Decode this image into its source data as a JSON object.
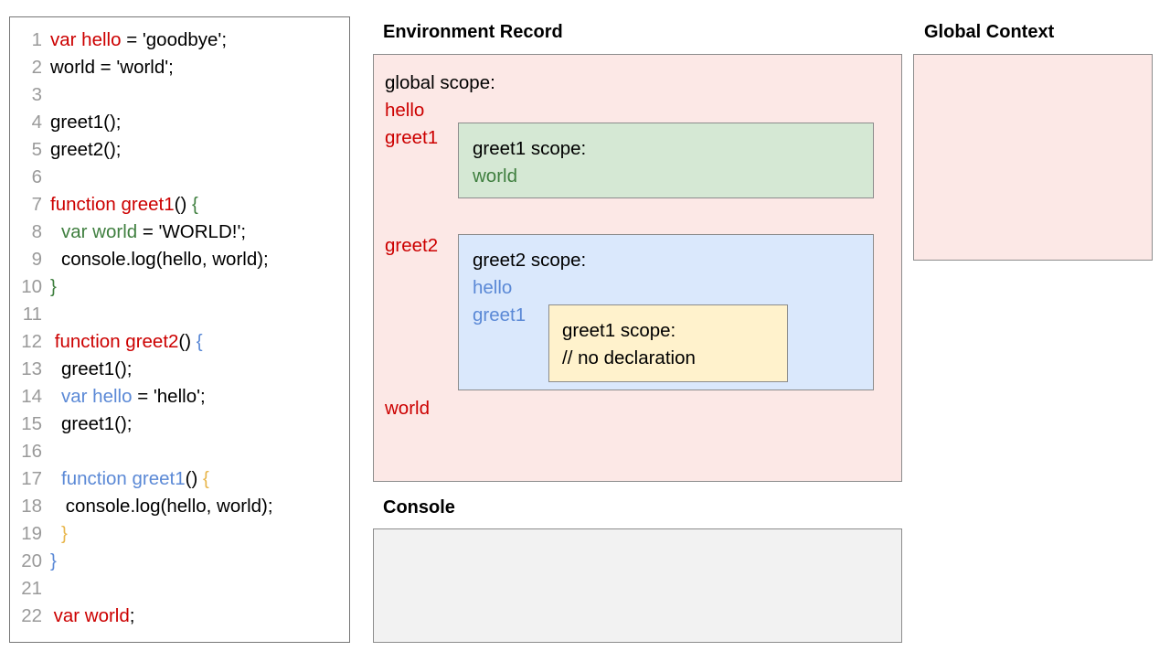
{
  "code_panel": {
    "lines": [
      {
        "num": "1",
        "indent": 0,
        "tokens": [
          {
            "t": "var hello",
            "c": "red"
          },
          {
            "t": " = 'goodbye';",
            "c": "black"
          }
        ]
      },
      {
        "num": "2",
        "indent": 0,
        "tokens": [
          {
            "t": "world = 'world';",
            "c": "black"
          }
        ]
      },
      {
        "num": "3",
        "indent": 0,
        "tokens": []
      },
      {
        "num": "4",
        "indent": 0,
        "tokens": [
          {
            "t": "greet1();",
            "c": "black"
          }
        ]
      },
      {
        "num": "5",
        "indent": 0,
        "tokens": [
          {
            "t": "greet2();",
            "c": "black"
          }
        ]
      },
      {
        "num": "6",
        "indent": 0,
        "tokens": []
      },
      {
        "num": "7",
        "indent": 0,
        "tokens": [
          {
            "t": "function greet1",
            "c": "red"
          },
          {
            "t": "() ",
            "c": "black"
          },
          {
            "t": "{",
            "c": "green"
          }
        ]
      },
      {
        "num": "8",
        "indent": 1,
        "tokens": [
          {
            "t": "var world",
            "c": "green"
          },
          {
            "t": " = 'WORLD!';",
            "c": "black"
          }
        ]
      },
      {
        "num": "9",
        "indent": 1,
        "tokens": [
          {
            "t": "console.log(hello, world);",
            "c": "black"
          }
        ]
      },
      {
        "num": "10",
        "indent": 0,
        "tokens": [
          {
            "t": "}",
            "c": "green"
          }
        ]
      },
      {
        "num": "11",
        "indent": 0,
        "tokens": []
      },
      {
        "num": "12",
        "indent": 0.4,
        "tokens": [
          {
            "t": "function greet2",
            "c": "red"
          },
          {
            "t": "() ",
            "c": "black"
          },
          {
            "t": "{",
            "c": "blue"
          }
        ]
      },
      {
        "num": "13",
        "indent": 1,
        "tokens": [
          {
            "t": "greet1();",
            "c": "black"
          }
        ]
      },
      {
        "num": "14",
        "indent": 1,
        "tokens": [
          {
            "t": "var hello",
            "c": "blue"
          },
          {
            "t": " = 'hello';",
            "c": "black"
          }
        ]
      },
      {
        "num": "15",
        "indent": 1,
        "tokens": [
          {
            "t": "greet1();",
            "c": "black"
          }
        ]
      },
      {
        "num": "16",
        "indent": 0,
        "tokens": []
      },
      {
        "num": "17",
        "indent": 1,
        "tokens": [
          {
            "t": "function greet1",
            "c": "blue"
          },
          {
            "t": "() ",
            "c": "black"
          },
          {
            "t": "{",
            "c": "yellow"
          }
        ]
      },
      {
        "num": "18",
        "indent": 1.4,
        "tokens": [
          {
            "t": "console.log(hello, world);",
            "c": "black"
          }
        ]
      },
      {
        "num": "19",
        "indent": 1,
        "tokens": [
          {
            "t": "}",
            "c": "yellow"
          }
        ]
      },
      {
        "num": "20",
        "indent": 0,
        "tokens": [
          {
            "t": "}",
            "c": "blue"
          }
        ]
      },
      {
        "num": "21",
        "indent": 0,
        "tokens": []
      },
      {
        "num": "22",
        "indent": 0.3,
        "tokens": [
          {
            "t": "var world",
            "c": "red"
          },
          {
            "t": ";",
            "c": "black"
          }
        ]
      }
    ]
  },
  "headers": {
    "environment_record": "Environment Record",
    "global_context": "Global Context",
    "console": "Console"
  },
  "environment_record": {
    "global_scope": {
      "label": "global scope:",
      "bindings_before": [
        "hello",
        "greet1"
      ],
      "binding_between": "greet2",
      "binding_after": "world"
    },
    "greet1_scope": {
      "label": "greet1 scope:",
      "bindings": [
        "world"
      ]
    },
    "greet2_scope": {
      "label": "greet2 scope:",
      "bindings": [
        "hello",
        "greet1"
      ]
    },
    "greet1_inner_scope": {
      "label": "greet1 scope:",
      "note": "// no declaration"
    }
  },
  "global_context": {
    "content": ""
  },
  "console": {
    "content": ""
  },
  "colors": {
    "red": "#cc0000",
    "green": "#3f7f3f",
    "blue": "#5b89d6",
    "yellow": "#e8b64c",
    "global_scope_fill": "#fce8e6",
    "greet1_scope_fill": "#d5e8d4",
    "greet2_scope_fill": "#dae8fc",
    "inner_scope_fill": "#fff2cc",
    "console_fill": "#f2f2f2",
    "border": "#8c8c8c"
  }
}
